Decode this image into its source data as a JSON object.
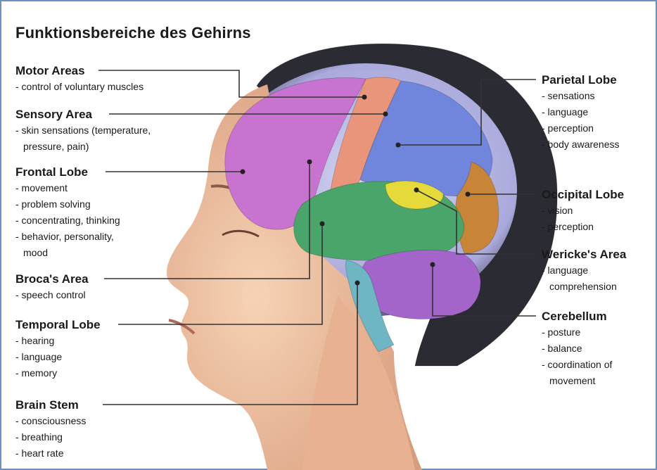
{
  "title": "Funktionsbereiche des Gehirns",
  "colors": {
    "frontal": "#c873cf",
    "motor": "#e8957a",
    "parietal": "#6f86dc",
    "occipital": "#c98537",
    "temporal": "#4aa56a",
    "wernicke": "#e6da3a",
    "cerebellum": "#a365c9",
    "brainstem": "#6fb6c4",
    "skin": "#f2c5a3",
    "hair": "#2b2b33"
  },
  "left_labels": [
    {
      "name": "Motor Areas",
      "desc": [
        "- control of voluntary muscles"
      ]
    },
    {
      "name": "Sensory Area",
      "desc": [
        "- skin sensations (temperature,",
        "pressure, pain)"
      ]
    },
    {
      "name": "Frontal Lobe",
      "desc": [
        "- movement",
        "- problem solving",
        "- concentrating, thinking",
        "- behavior, personality,",
        "mood"
      ]
    },
    {
      "name": "Broca's Area",
      "desc": [
        "- speech control"
      ]
    },
    {
      "name": "Temporal Lobe",
      "desc": [
        "- hearing",
        "- language",
        "- memory"
      ]
    },
    {
      "name": "Brain Stem",
      "desc": [
        "- consciousness",
        "- breathing",
        "- heart rate"
      ]
    }
  ],
  "right_labels": [
    {
      "name": "Parietal Lobe",
      "desc": [
        "- sensations",
        "- language",
        "- perception",
        "- body awareness"
      ]
    },
    {
      "name": "Occipital Lobe",
      "desc": [
        "- vision",
        "- perception"
      ]
    },
    {
      "name": "Wericke's Area",
      "desc": [
        "- language",
        "comprehension"
      ]
    },
    {
      "name": "Cerebellum",
      "desc": [
        "- posture",
        "- balance",
        "- coordination of",
        "movement"
      ]
    }
  ]
}
